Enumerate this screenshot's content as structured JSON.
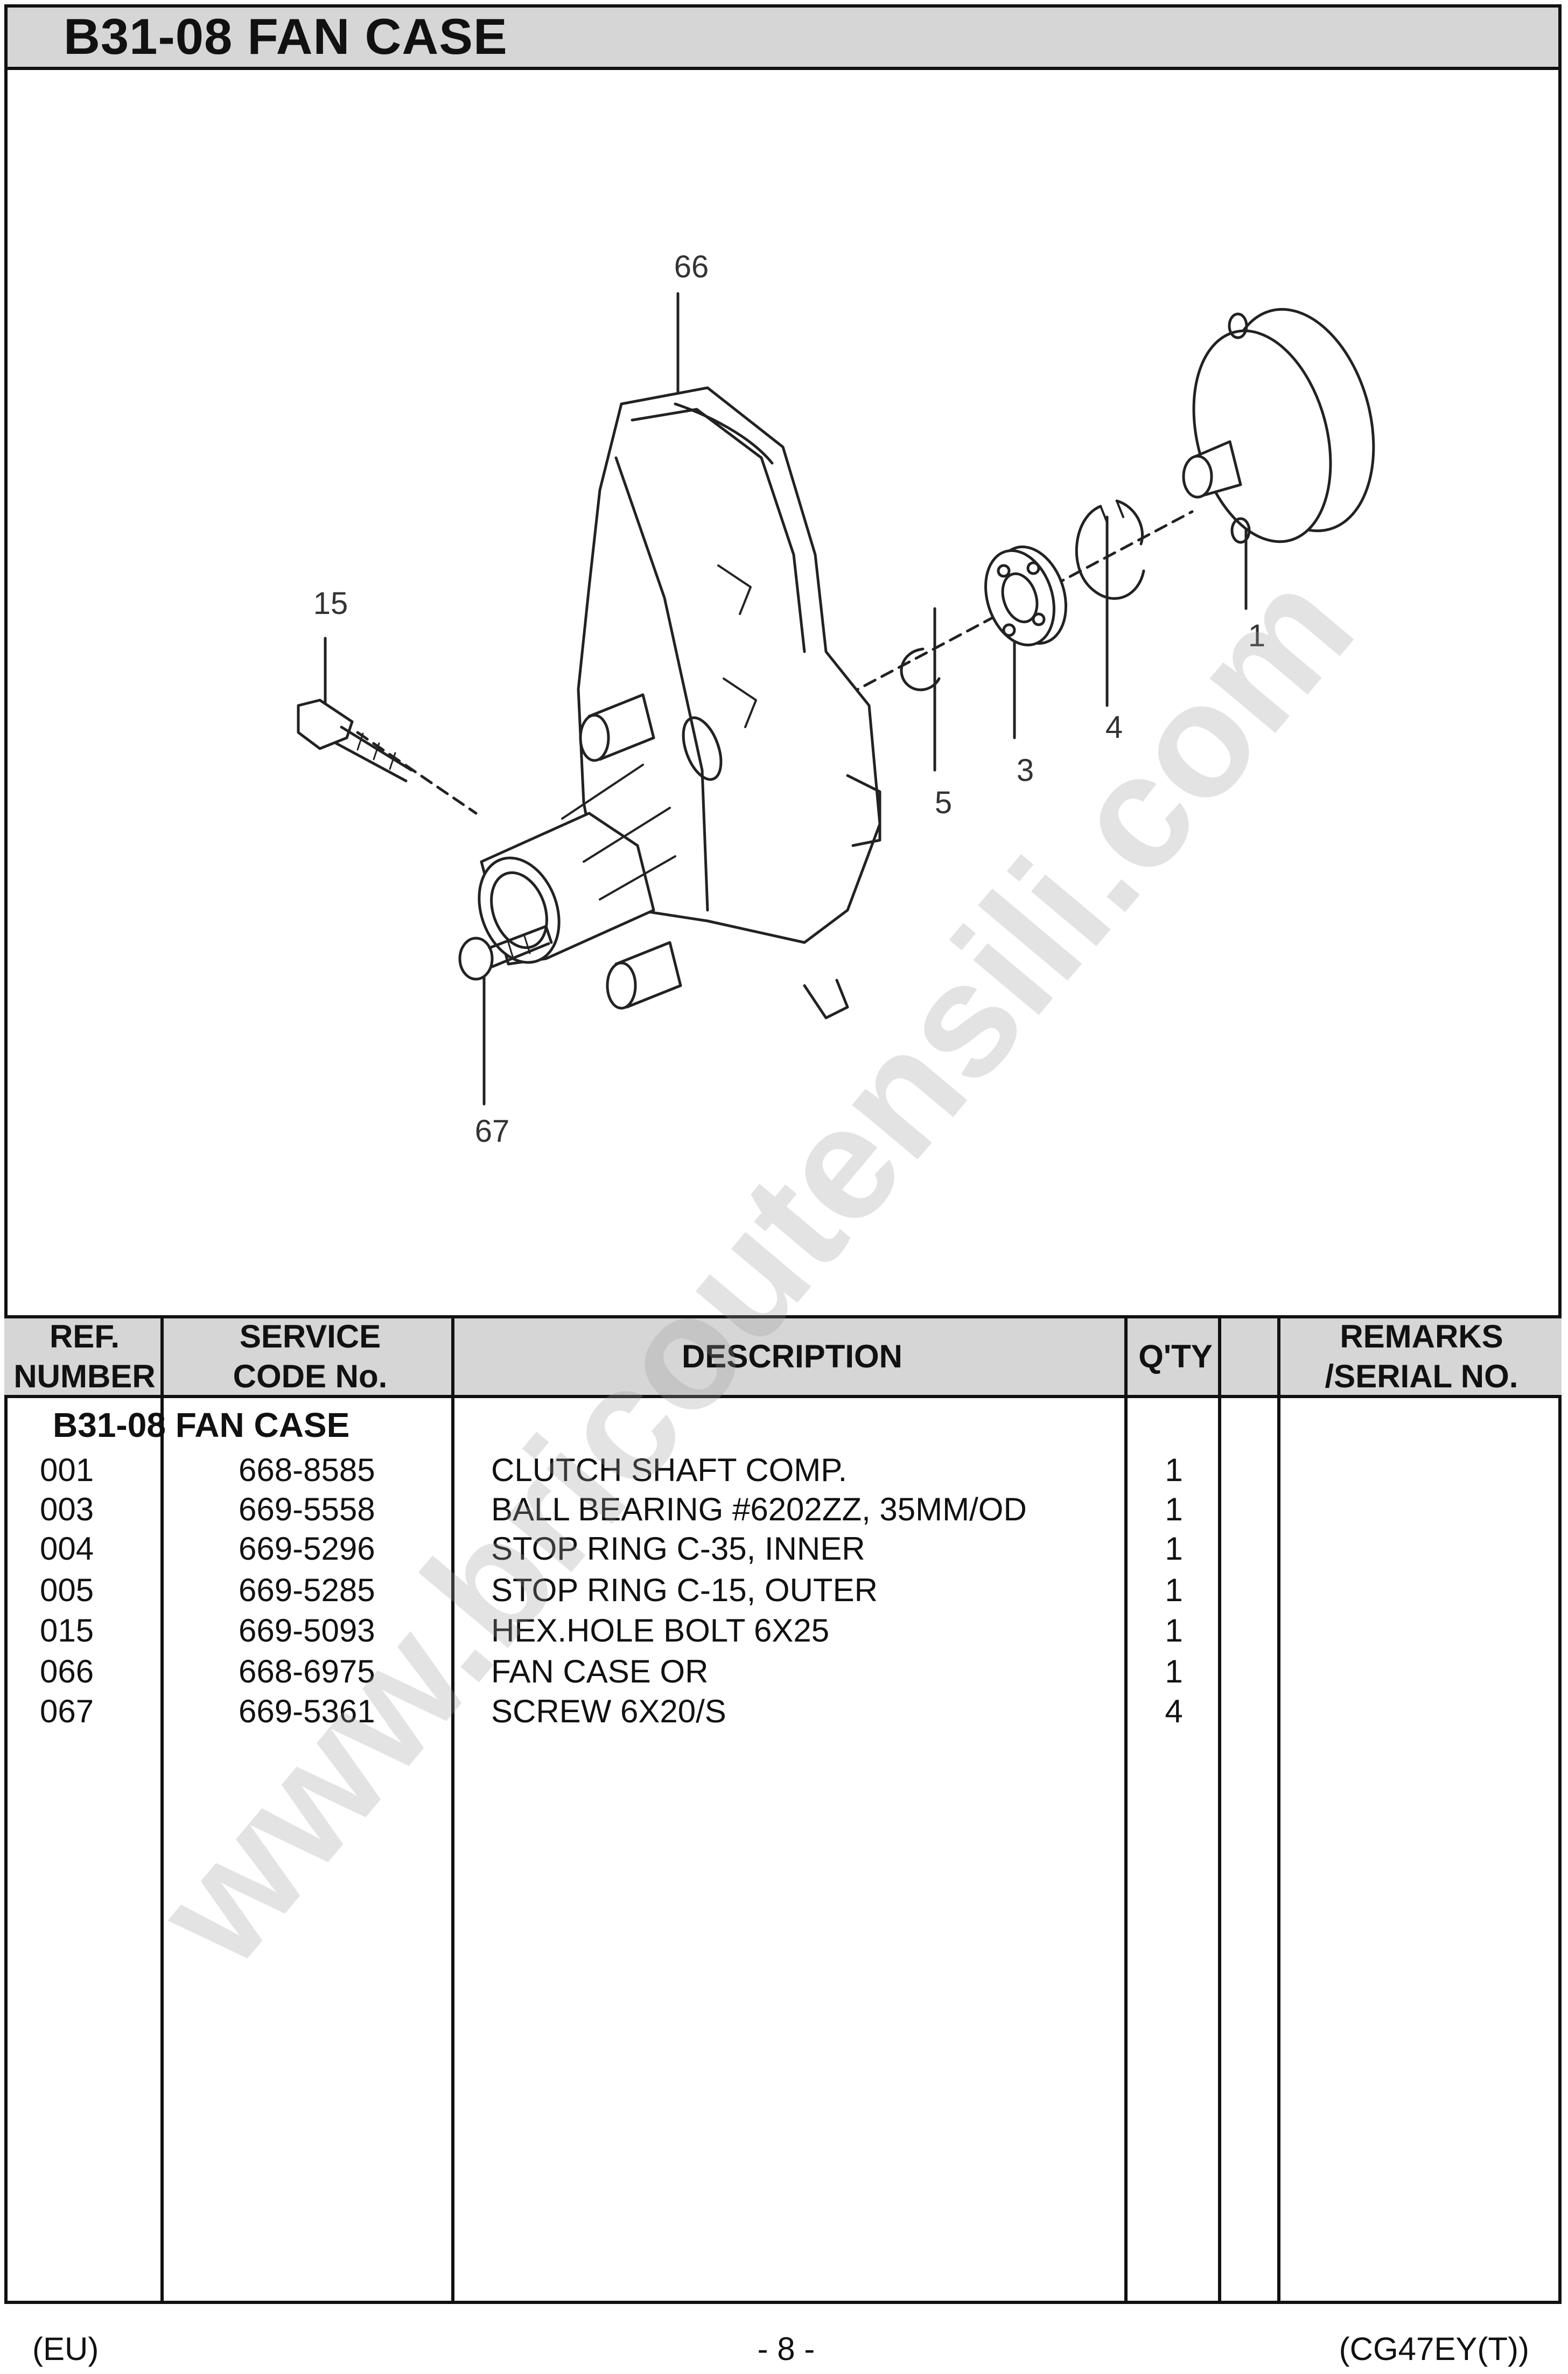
{
  "page_title": "B31-08 FAN CASE",
  "diagram": {
    "callouts": [
      "66",
      "15",
      "1",
      "4",
      "3",
      "5",
      "67"
    ]
  },
  "table": {
    "headers": {
      "ref_line1": "REF.",
      "ref_line2": "NUMBER",
      "code_line1": "SERVICE",
      "code_line2": "CODE No.",
      "description": "DESCRIPTION",
      "qty": "Q'TY",
      "remarks_line1": "REMARKS",
      "remarks_line2": "/SERIAL NO."
    },
    "section_title": "B31-08 FAN CASE",
    "rows": [
      {
        "ref": "001",
        "code": "668-8585",
        "description": "CLUTCH SHAFT COMP.",
        "qty": "1"
      },
      {
        "ref": "003",
        "code": "669-5558",
        "description": "BALL BEARING #6202ZZ, 35MM/OD",
        "qty": "1"
      },
      {
        "ref": "004",
        "code": "669-5296",
        "description": "STOP RING C-35, INNER",
        "qty": "1"
      },
      {
        "ref": "005",
        "code": "669-5285",
        "description": "STOP RING C-15, OUTER",
        "qty": "1"
      },
      {
        "ref": "015",
        "code": "669-5093",
        "description": "HEX.HOLE BOLT 6X25",
        "qty": "1"
      },
      {
        "ref": "066",
        "code": "668-6975",
        "description": "FAN CASE OR",
        "qty": "1"
      },
      {
        "ref": "067",
        "code": "669-5361",
        "description": "SCREW 6X20/S",
        "qty": "4"
      }
    ]
  },
  "footer": {
    "left": "(EU)",
    "center": "- 8 -",
    "right": "(CG47EY(T))"
  },
  "watermark": "www.bricoutensili.com"
}
